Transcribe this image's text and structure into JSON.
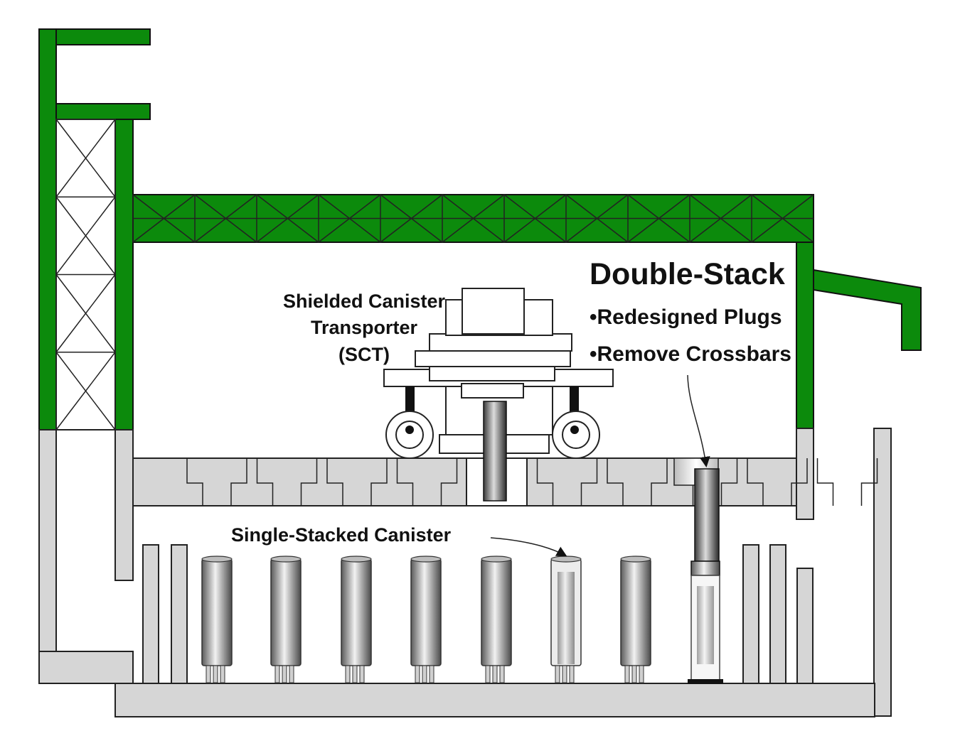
{
  "labels": {
    "sct_line1": "Shielded Canister",
    "sct_line2": "Transporter",
    "sct_line3": "(SCT)",
    "double_stack_title": "Double-Stack",
    "bullet_1": "•Redesigned Plugs",
    "bullet_2": "•Remove Crossbars",
    "single_stacked": "Single-Stacked Canister"
  },
  "colors": {
    "structure_green": "#0c8a0c",
    "concrete_gray": "#d6d6d6",
    "outline": "#222222"
  },
  "floor_plug_count": 10,
  "single_canister_count": 7
}
